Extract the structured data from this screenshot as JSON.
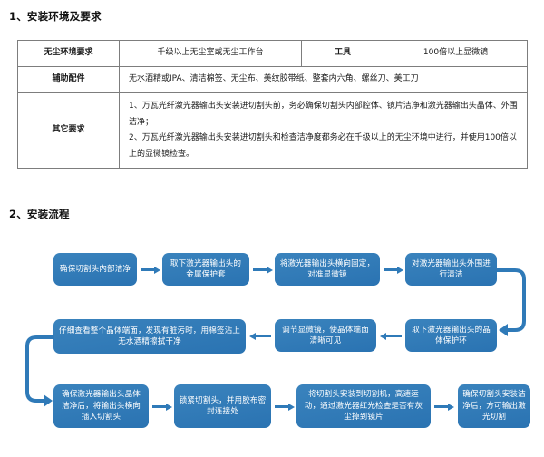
{
  "sections": {
    "heading1": "1、安装环境及要求",
    "heading2": "2、安装流程"
  },
  "requirements_table": {
    "rows": [
      {
        "label": "无尘环境要求",
        "value": "千级以上无尘室或无尘工作台",
        "label2": "工具",
        "value2": "100倍以上显微镜"
      },
      {
        "label": "辅助配件",
        "value": "无水酒精或IPA、清洁棉签、无尘布、美纹胶带纸、整套内六角、螺丝刀、美工刀"
      },
      {
        "label": "其它要求",
        "note1": "1、万瓦光纤激光器输出头安装进切割头前，务必确保切割头内部腔体、镜片洁净和激光器输出头晶体、外围洁净；",
        "note2": "2、万瓦光纤激光器输出头安装进切割头和检查洁净度都务必在千级以上的无尘环境中进行，并使用100倍以上的显微镜检查。"
      }
    ]
  },
  "flowchart": {
    "box_color": "#2f7ab8",
    "text_color": "#ffffff",
    "row1": [
      "确保切割头内部洁净",
      "取下激光器输出头的金属保护套",
      "将激光器输出头横向固定，对准显微镜",
      "对激光器输出头外围进行清洁"
    ],
    "row2": [
      "仔细查看整个晶体端面，发现有脏污时，用棉签沾上无水酒精擦拭干净",
      "调节显微镜，使晶体端面清晰可见",
      "取下激光器输出头的晶体保护环"
    ],
    "row3": [
      "确保激光器输出头晶体洁净后，将输出头横向插入切割头",
      "锁紧切割头，并用胶布密封连接处",
      "将切割头安装到切割机，高速运动，通过激光器红光检查是否有灰尘掉到镜片",
      "确保切割头安装洁净后，方可输出激光切割"
    ]
  }
}
